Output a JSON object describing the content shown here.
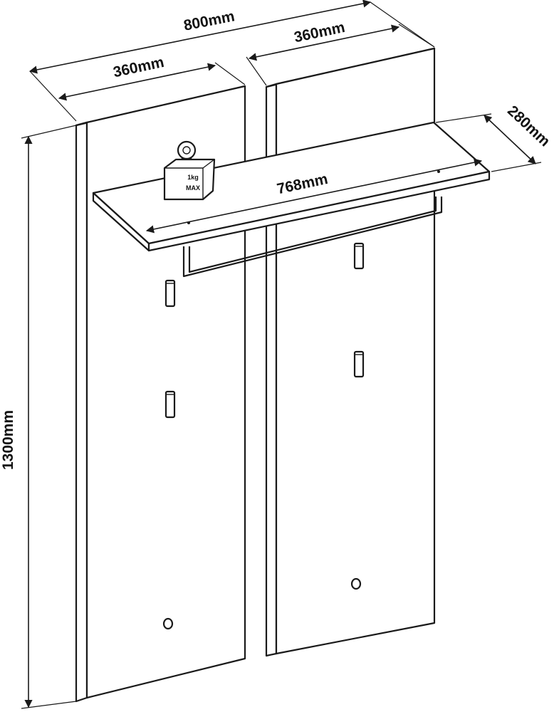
{
  "dimensions": {
    "total_width": "800mm",
    "panel_left_width": "360mm",
    "panel_right_width": "360mm",
    "shelf_depth": "280mm",
    "shelf_length": "768mm",
    "height": "1300mm"
  },
  "weight_tag": {
    "line1": "1kg",
    "line2": "MAX"
  }
}
